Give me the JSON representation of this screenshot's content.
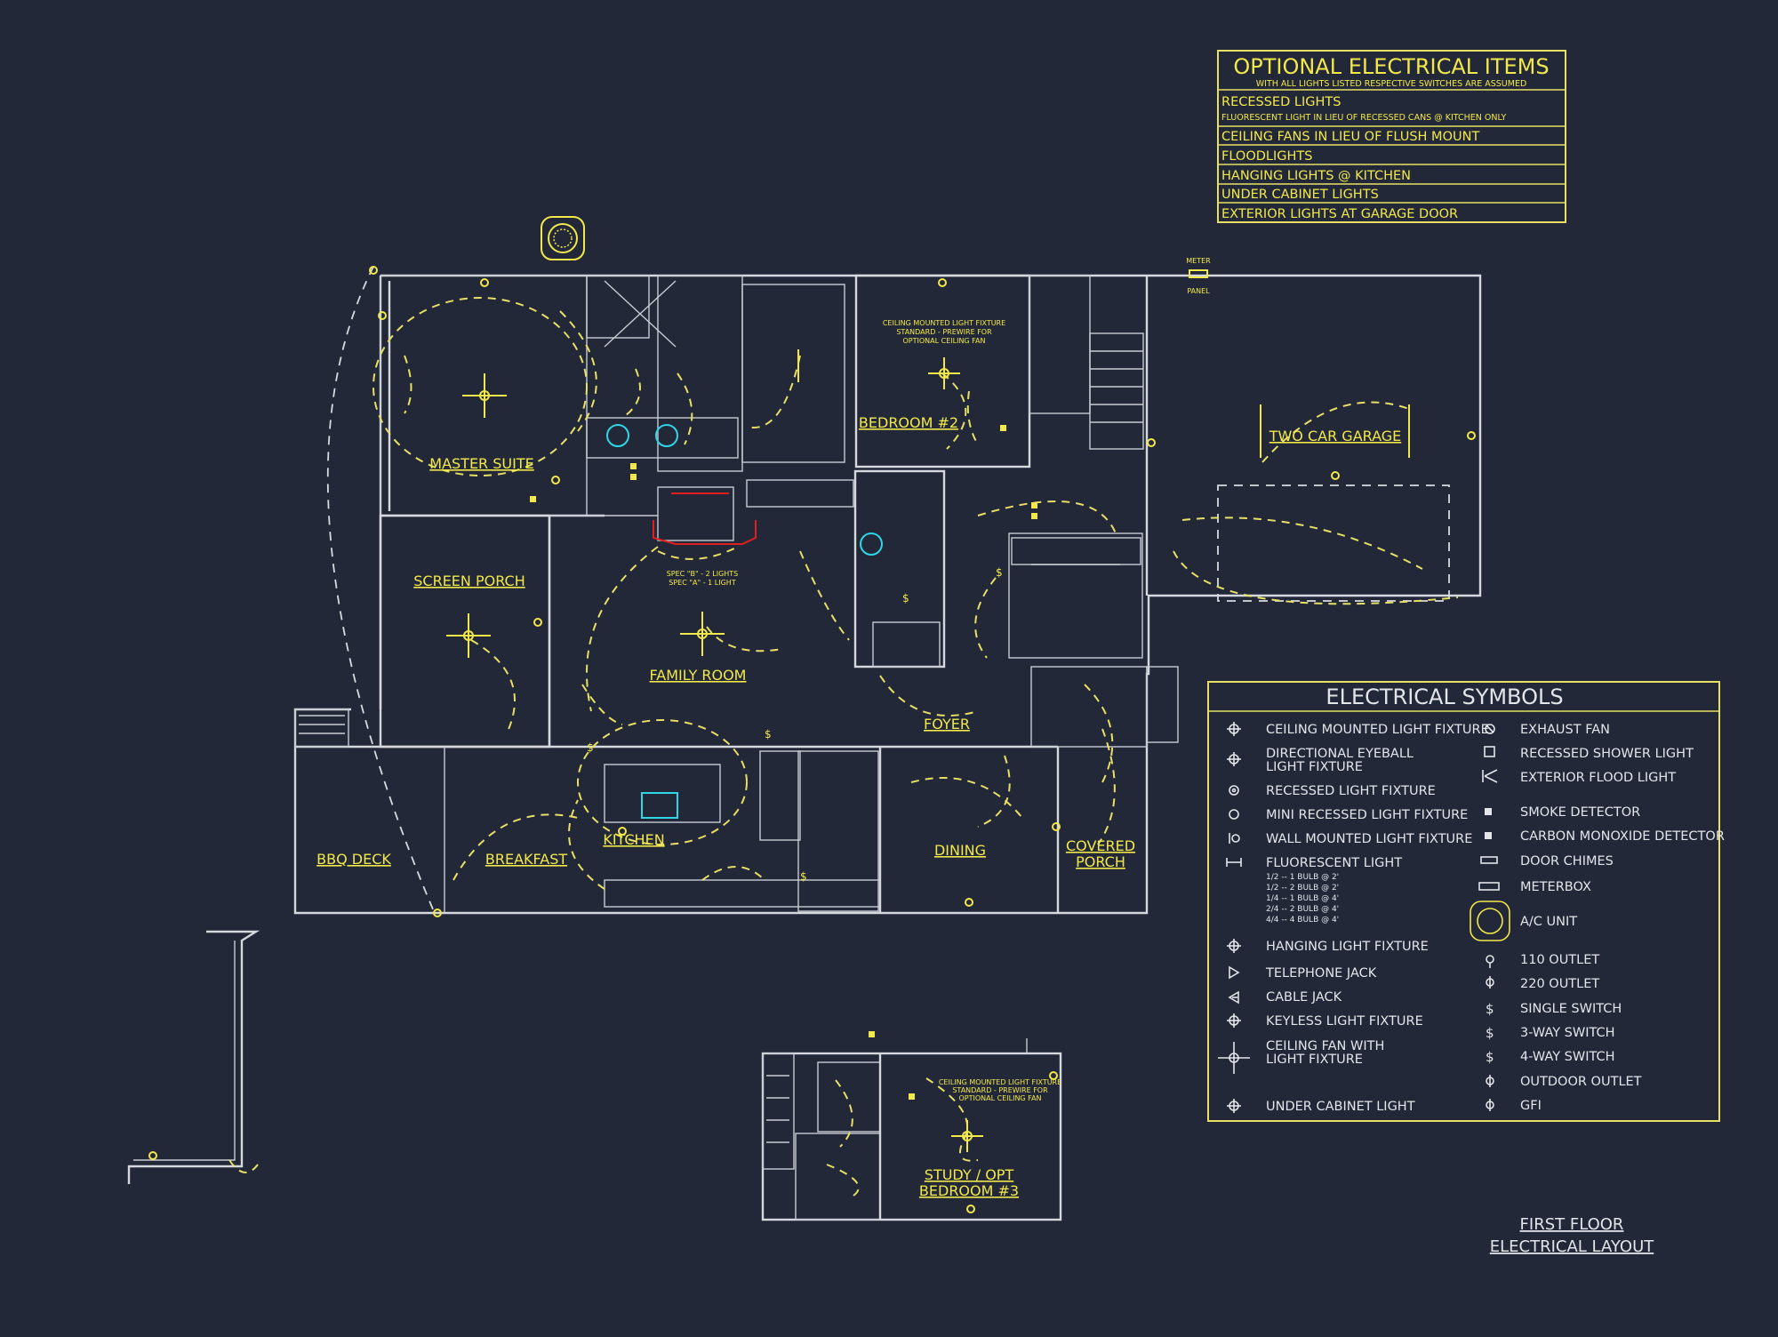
{
  "optional_items": {
    "title": "OPTIONAL ELECTRICAL ITEMS",
    "subtitle": "WITH ALL LIGHTS LISTED RESPECTIVE SWITCHES ARE ASSUMED",
    "rows": [
      {
        "text": "RECESSED LIGHTS",
        "sub": "FLUORESCENT LIGHT IN LIEU OF RECESSED CANS @ KITCHEN ONLY"
      },
      {
        "text": "CEILING FANS IN LIEU OF FLUSH MOUNT",
        "sub": ""
      },
      {
        "text": "FLOODLIGHTS",
        "sub": ""
      },
      {
        "text": "HANGING LIGHTS @ KITCHEN",
        "sub": ""
      },
      {
        "text": "UNDER CABINET LIGHTS",
        "sub": ""
      },
      {
        "text": "EXTERIOR LIGHTS AT GARAGE DOOR",
        "sub": ""
      }
    ]
  },
  "rooms": {
    "master_suite": "MASTER SUITE",
    "bedroom2": "BEDROOM #2",
    "two_car_garage": "TWO CAR GARAGE",
    "screen_porch": "SCREEN PORCH",
    "family_room": "FAMILY ROOM",
    "foyer": "FOYER",
    "bbq_deck": "BBQ DECK",
    "breakfast": "BREAKFAST",
    "kitchen": "KITCHEN",
    "dining": "DINING",
    "covered_porch_1": "COVERED",
    "covered_porch_2": "PORCH",
    "study_1": "STUDY / OPT",
    "study_2": "BEDROOM #3"
  },
  "notes": {
    "meter": "METER",
    "panel": "PANEL",
    "bedroom_note": [
      "CEILING MOUNTED LIGHT FIXTURE",
      "STANDARD - PREWIRE FOR",
      "OPTIONAL CEILING FAN"
    ],
    "fireplace_note": [
      "SPEC \"B\" - 2 LIGHTS",
      "SPEC \"A\" - 1 LIGHT"
    ]
  },
  "legend": {
    "title": "ELECTRICAL SYMBOLS",
    "left": [
      {
        "icon": "ceiling-light-icon",
        "lines": [
          "CEILING MOUNTED LIGHT FIXTURE"
        ]
      },
      {
        "icon": "eyeball-light-icon",
        "lines": [
          "DIRECTIONAL EYEBALL",
          "LIGHT FIXTURE"
        ]
      },
      {
        "icon": "recessed-light-icon",
        "lines": [
          "RECESSED LIGHT FIXTURE"
        ]
      },
      {
        "icon": "mini-recessed-light-icon",
        "lines": [
          "MINI RECESSED LIGHT FIXTURE"
        ]
      },
      {
        "icon": "wall-light-icon",
        "lines": [
          "WALL MOUNTED LIGHT FIXTURE"
        ]
      },
      {
        "icon": "fluorescent-light-icon",
        "lines": [
          "FLUORESCENT LIGHT"
        ]
      },
      {
        "icon": "hanging-light-icon",
        "lines": [
          "HANGING LIGHT FIXTURE"
        ]
      },
      {
        "icon": "telephone-jack-icon",
        "lines": [
          "TELEPHONE JACK"
        ]
      },
      {
        "icon": "cable-jack-icon",
        "lines": [
          "CABLE JACK"
        ]
      },
      {
        "icon": "keyless-light-icon",
        "lines": [
          "KEYLESS LIGHT FIXTURE"
        ]
      },
      {
        "icon": "ceiling-fan-icon",
        "lines": [
          "CEILING FAN WITH",
          "LIGHT FIXTURE"
        ]
      },
      {
        "icon": "under-cabinet-light-icon",
        "lines": [
          "UNDER CABINET LIGHT"
        ]
      }
    ],
    "fluorescent_specs": [
      "1/2  --  1 BULB @ 2'",
      "1/2  --  2 BULB @ 2'",
      "1/4  --  1 BULB @ 4'",
      "2/4  --  2 BULB @ 4'",
      "4/4  --  4 BULB @ 4'"
    ],
    "right": [
      {
        "icon": "exhaust-fan-icon",
        "lines": [
          "EXHAUST FAN"
        ]
      },
      {
        "icon": "recessed-shower-light-icon",
        "lines": [
          "RECESSED SHOWER LIGHT"
        ]
      },
      {
        "icon": "exterior-flood-light-icon",
        "lines": [
          "EXTERIOR FLOOD LIGHT"
        ]
      },
      {
        "icon": "smoke-detector-icon",
        "lines": [
          "SMOKE DETECTOR"
        ]
      },
      {
        "icon": "carbon-monoxide-detector-icon",
        "lines": [
          "CARBON MONOXIDE DETECTOR"
        ]
      },
      {
        "icon": "door-chimes-icon",
        "lines": [
          "DOOR CHIMES"
        ]
      },
      {
        "icon": "meterbox-icon",
        "lines": [
          "METERBOX"
        ]
      },
      {
        "icon": "ac-unit-icon",
        "lines": [
          "A/C UNIT"
        ]
      },
      {
        "icon": "outlet-110-icon",
        "lines": [
          "110 OUTLET"
        ]
      },
      {
        "icon": "outlet-220-icon",
        "lines": [
          "220 OUTLET"
        ]
      },
      {
        "icon": "single-switch-icon",
        "lines": [
          "SINGLE SWITCH"
        ]
      },
      {
        "icon": "three-way-switch-icon",
        "lines": [
          "3-WAY SWITCH"
        ]
      },
      {
        "icon": "four-way-switch-icon",
        "lines": [
          "4-WAY SWITCH"
        ]
      },
      {
        "icon": "outdoor-outlet-icon",
        "lines": [
          "OUTDOOR OUTLET"
        ]
      },
      {
        "icon": "gfi-icon",
        "lines": [
          "GFI"
        ]
      }
    ]
  },
  "sheet_title": {
    "line1": "FIRST FLOOR",
    "line2": "ELECTRICAL LAYOUT"
  },
  "colors": {
    "background": "#222838",
    "wiring": "#f2e84a",
    "walls": "#d6d8de",
    "fixture_cyan": "#2fd6e6",
    "fireplace_red": "#e02020"
  }
}
